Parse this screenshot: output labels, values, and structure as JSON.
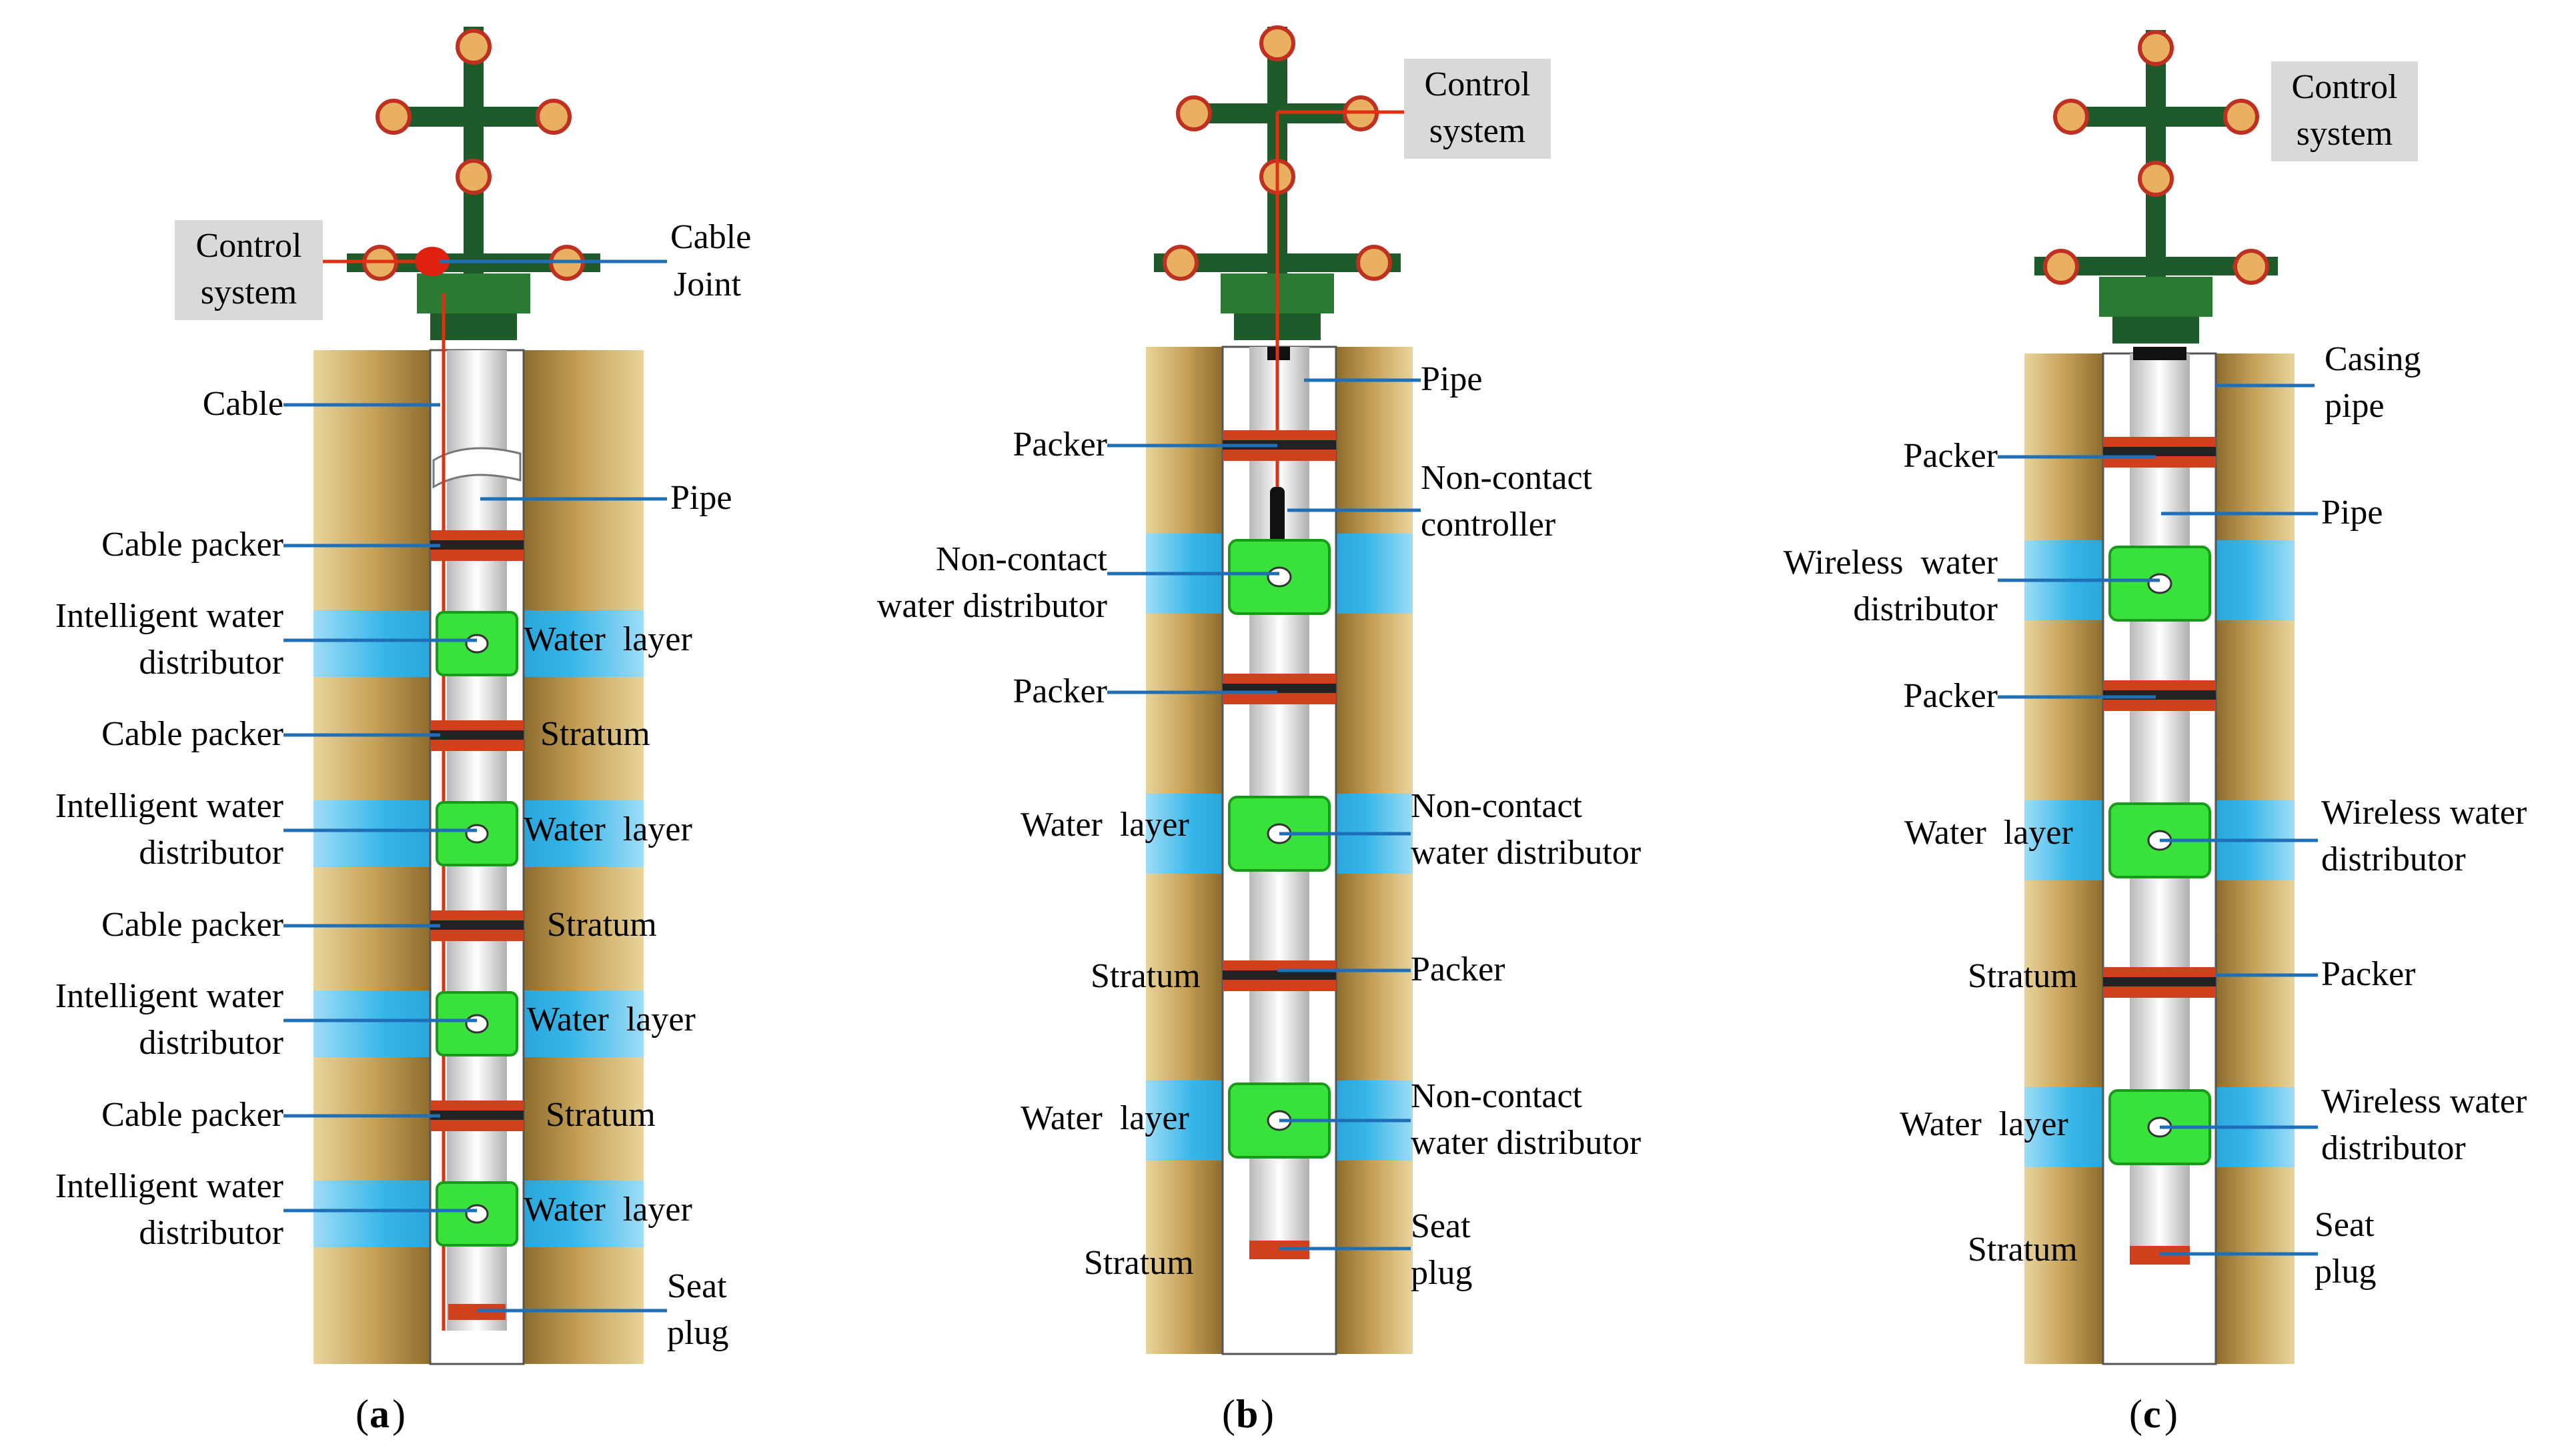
{
  "panels": [
    {
      "id": "a",
      "caption_letter": "a",
      "control_box": [
        "Control",
        "system"
      ],
      "labels": {
        "cable_joint": [
          "Cable",
          "Joint"
        ],
        "cable": "Cable",
        "pipe": "Pipe",
        "cable_packer": "Cable packer",
        "intelligent_distributor": [
          "Intelligent water",
          "distributor"
        ],
        "water_layer": "Water  layer",
        "stratum": "Stratum",
        "seat_plug": [
          "Seat",
          "plug"
        ]
      }
    },
    {
      "id": "b",
      "caption_letter": "b",
      "control_box": [
        "Control",
        "system"
      ],
      "labels": {
        "pipe": "Pipe",
        "packer": "Packer",
        "non_contact_controller": [
          "Non-contact",
          "controller"
        ],
        "non_contact_distributor": [
          "Non-contact",
          "water distributor"
        ],
        "water_layer": "Water  layer",
        "stratum": "Stratum",
        "seat_plug": [
          "Seat",
          "plug"
        ]
      }
    },
    {
      "id": "c",
      "caption_letter": "c",
      "control_box": [
        "Control",
        "system"
      ],
      "labels": {
        "casing_pipe": [
          "Casing",
          "pipe"
        ],
        "pipe": "Pipe",
        "packer": "Packer",
        "wireless_distributor_left": [
          "Wireless  water",
          "distributor"
        ],
        "wireless_distributor_right": [
          "Wireless water",
          "distributor"
        ],
        "water_layer": "Water  layer",
        "stratum": "Stratum",
        "seat_plug": [
          "Seat",
          "plug"
        ]
      }
    }
  ],
  "colors": {
    "rock": "#c9a55a",
    "rock_dark": "#8a6a2a",
    "water": "#36b6e8",
    "water_light": "#c8ecfa",
    "wellhead": "#1f5a2a",
    "distributor": "#39e23a",
    "packer": "#d0401c",
    "leader": "#1f6fb8",
    "cable": "#e03010",
    "box": "#d9d9d9"
  }
}
